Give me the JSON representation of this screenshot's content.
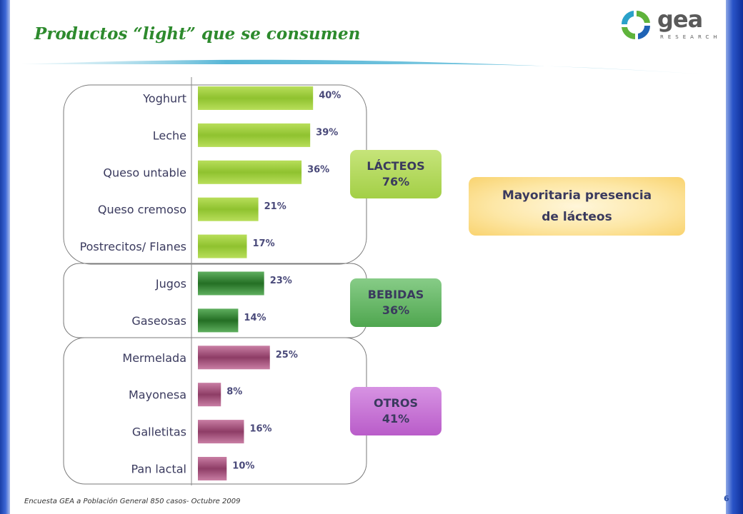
{
  "title": {
    "part1": "Productos “",
    "part2": "light",
    "part3": "” que se consumen"
  },
  "logo": {
    "name": "gea",
    "sub": "RESEARCH"
  },
  "chart_data": {
    "type": "bar",
    "orientation": "horizontal",
    "categories": [
      "Yoghurt",
      "Leche",
      "Queso untable",
      "Queso cremoso",
      "Postrecitos/ Flanes",
      "Jugos",
      "Gaseosas",
      "Mermelada",
      "Mayonesa",
      "Galletitas",
      "Pan lactal"
    ],
    "values": [
      40,
      39,
      36,
      21,
      17,
      23,
      14,
      25,
      8,
      16,
      10
    ],
    "value_labels": [
      "40%",
      "39%",
      "36%",
      "21%",
      "17%",
      "23%",
      "14%",
      "25%",
      "8%",
      "16%",
      "10%"
    ],
    "groups": [
      {
        "label": "LÁCTEOS",
        "total": "76%",
        "from": 0,
        "to": 4,
        "color": "#9fce3e"
      },
      {
        "label": "BEBIDAS",
        "total": "36%",
        "from": 5,
        "to": 6,
        "color": "#3c8f3c"
      },
      {
        "label": "OTROS",
        "total": "41%",
        "from": 7,
        "to": 10,
        "color": "#a8507c"
      }
    ],
    "title": "",
    "xlabel": "",
    "ylabel": "",
    "xlim": [
      0,
      40
    ],
    "grid": false,
    "legend": "none"
  },
  "callout": {
    "line1": "Mayoritaria presencia",
    "line2": "de lácteos"
  },
  "source": "Encuesta GEA a Población General 850 casos- Octubre 2009",
  "page_number": "6",
  "colors": {
    "title": "#2d8a2d",
    "text": "#3a3a5e",
    "value_label": "#4a4a7a"
  }
}
